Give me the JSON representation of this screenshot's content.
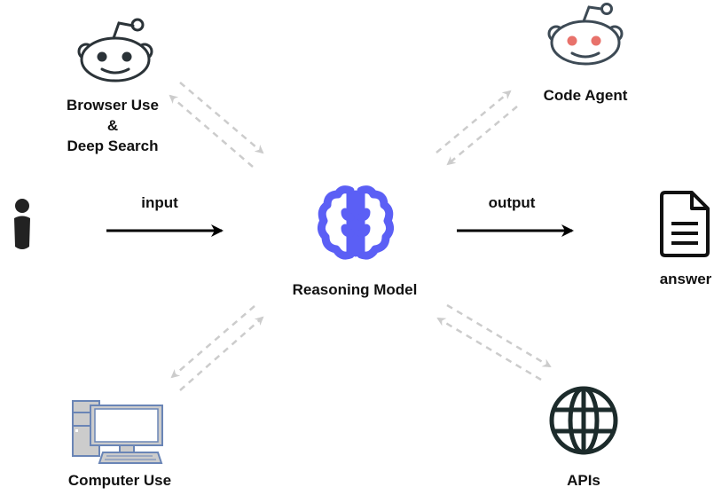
{
  "nodes": {
    "browser": {
      "label_line1": "Browser Use",
      "label_line2": "&",
      "label_line3": "Deep Search",
      "icon": "robot-icon"
    },
    "code": {
      "label": "Code Agent",
      "icon": "robot-icon",
      "eye_color": "#e8726b"
    },
    "user": {
      "icon": "user-icon"
    },
    "model": {
      "label": "Reasoning Model",
      "icon": "brain-icon",
      "color": "#5b5ff5"
    },
    "answer": {
      "label": "answer",
      "icon": "document-icon"
    },
    "computer": {
      "label": "Computer Use",
      "icon": "computer-icon",
      "color": "#6a85b6"
    },
    "apis": {
      "label": "APIs",
      "icon": "globe-icon",
      "color": "#1c2b2b"
    }
  },
  "edges": {
    "input": {
      "label": "input"
    },
    "output": {
      "label": "output"
    }
  },
  "colors": {
    "dashed_arrow": "#cccccc",
    "solid_arrow": "#000000",
    "robot_stroke": "#2b3338"
  }
}
